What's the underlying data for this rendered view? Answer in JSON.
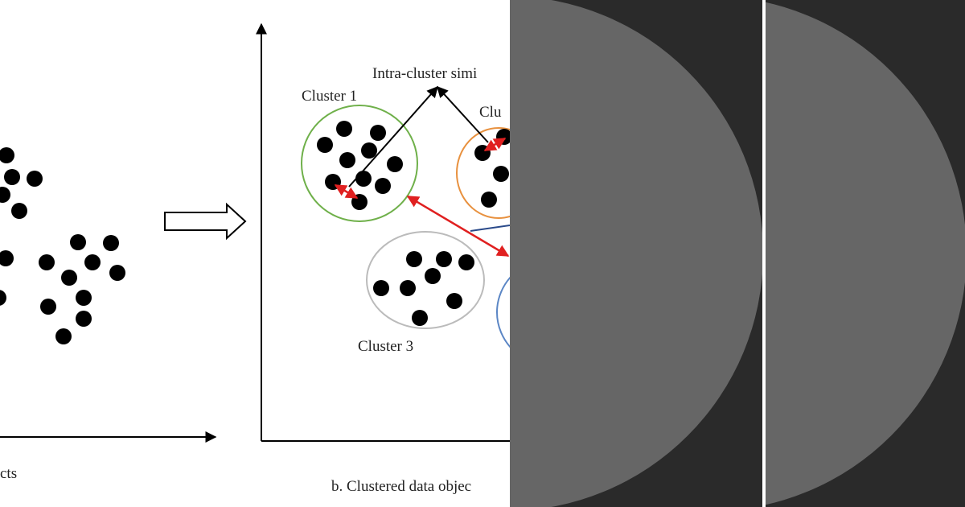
{
  "figure": {
    "left_panel": {
      "caption": "cts"
    },
    "right_panel": {
      "caption": "b. Clustered data objec",
      "annotation": "Intra-cluster simi",
      "clusters": [
        {
          "label": "Cluster 1",
          "color": "#6fb04a"
        },
        {
          "label": "Clu",
          "color": "#e8913f"
        },
        {
          "label": "Cluster 3",
          "color": "#bbbbbb"
        },
        {
          "label": "",
          "color": "#5b86c5"
        }
      ]
    },
    "colors": {
      "points": "#000000",
      "axes": "#000000",
      "intra_arrow": "#000000",
      "inter_arrow": "#e02020"
    }
  },
  "side_panels": {
    "background": "#2a2a2a",
    "disc_color": "#666666",
    "divider_color": "#ffffff"
  }
}
